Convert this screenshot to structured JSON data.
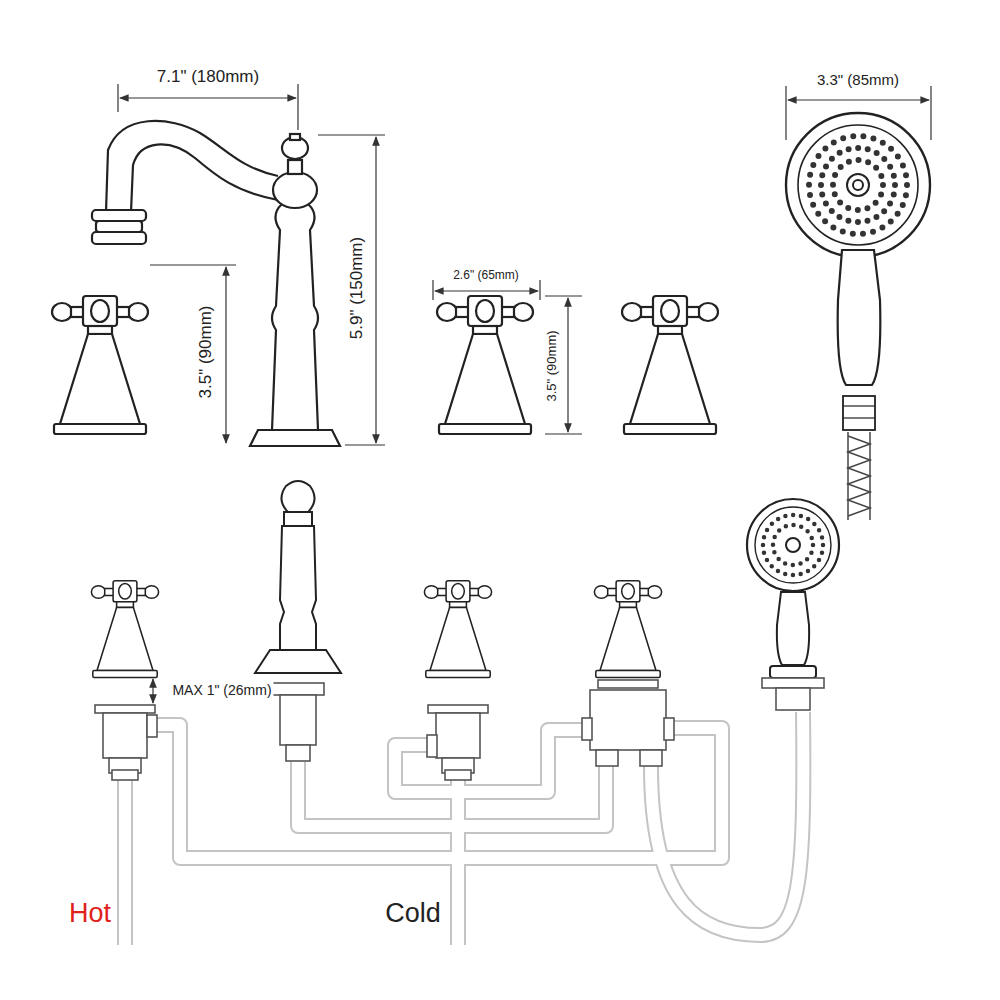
{
  "diagram": {
    "labels": [
      "7.1\" (180mm)",
      "5.9\" (150mm)",
      "3.5\" (90mm)",
      "2.6\" (65mm)",
      "3.5\" (90mm)",
      "3.3\" (85mm)",
      "MAX 1\" (26mm)",
      "Hot",
      "Cold"
    ]
  }
}
